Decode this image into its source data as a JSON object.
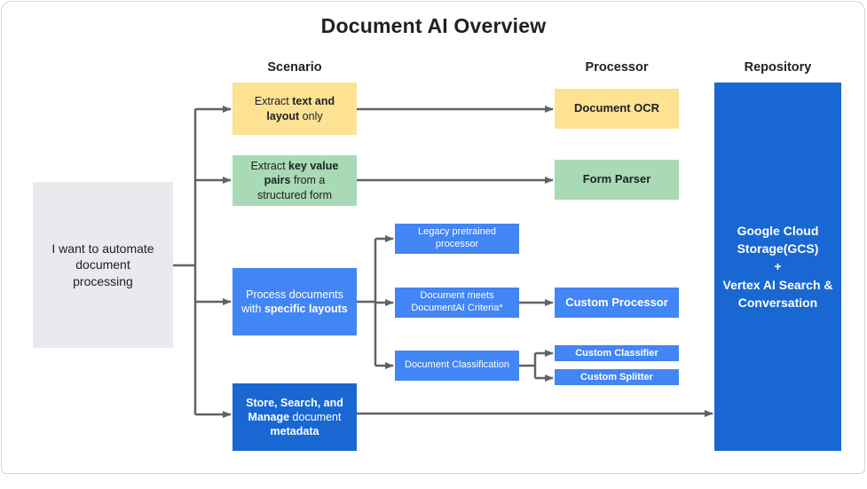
{
  "title": "Document AI Overview",
  "colors": {
    "text": "#202124",
    "arrow": "#5f6368",
    "gray-box": "#e8eaed",
    "yellow": "#fde293",
    "green": "#a8dab5",
    "blue": "#4285f4",
    "dark-blue": "#1967d2",
    "white": "#ffffff",
    "frame": "#d6d6d6"
  },
  "headers": {
    "scenario": "Scenario",
    "processor": "Processor",
    "repository": "Repository"
  },
  "start": {
    "text": "I want to automate document processing"
  },
  "scenarios": {
    "extract_text": {
      "p1": "Extract ",
      "p2": "text and layout",
      "p3": " only"
    },
    "extract_kv": {
      "p1": "Extract ",
      "p2": "key value pairs",
      "p3": " from a structured form"
    },
    "specific_layouts": {
      "p1": "Process documents with ",
      "p2": "specific layouts"
    },
    "store_search": {
      "p1": "Store, Search, and Manage",
      "p2": " document ",
      "p3": "metadata"
    }
  },
  "intermediate": {
    "legacy": "Legacy pretrained processor",
    "criteria": "Document meets DocumentAI Criteria*",
    "classification": "Document Classification"
  },
  "processors": {
    "ocr": "Document OCR",
    "form_parser": "Form Parser",
    "custom_processor": "Custom Processor",
    "custom_classifier": "Custom Classifier",
    "custom_splitter": "Custom Splitter"
  },
  "repository": {
    "line1": "Google Cloud Storage(GCS)",
    "line2": "+",
    "line3": "Vertex AI Search & Conversation"
  }
}
